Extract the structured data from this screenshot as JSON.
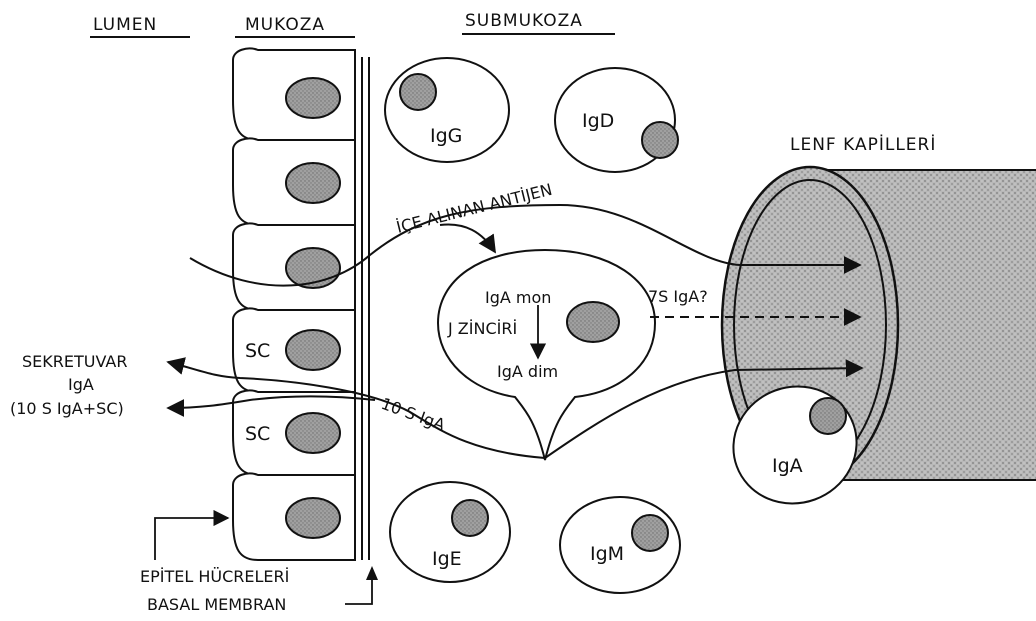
{
  "headers": {
    "lumen": "LUMEN",
    "mukoza": "MUKOZA",
    "submukoza": "SUBMUKOZA",
    "lenf": "LENF KAPİLLERİ"
  },
  "cells": {
    "igg": "IgG",
    "igd": "IgD",
    "ige": "IgE",
    "igm": "IgM",
    "iga": "IgA",
    "sc_upper": "SC",
    "sc_lower": "SC"
  },
  "plasma_cell": {
    "iga_mon": "IgA mon",
    "j_chain": "J ZİNCİRİ",
    "iga_dim": "IgA dim"
  },
  "paths": {
    "antigen": "İÇE ALINAN ANTİJEN",
    "ten_s": "10 S IgA",
    "seven_s": "7S IgA?"
  },
  "secretory": {
    "line1": "SEKRETUVAR",
    "line2": "IgA",
    "line3": "(10 S IgA+SC)"
  },
  "labels": {
    "epitel": "EPİTEL HÜCRELERİ",
    "basal": "BASAL MEMBRAN"
  }
}
